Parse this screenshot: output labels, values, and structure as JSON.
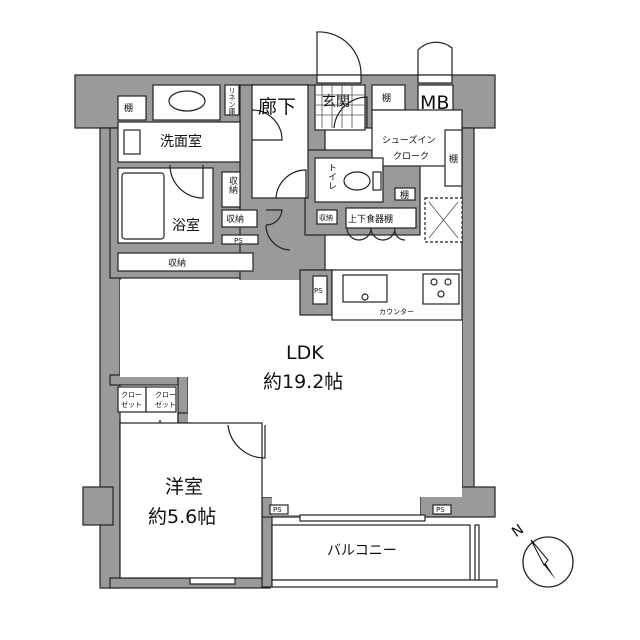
{
  "rooms": {
    "shelf_1": "棚",
    "linen": "リネン庫",
    "hallway": "廊下",
    "entrance": "玄関",
    "shelf_2": "棚",
    "mb": "MB",
    "washroom": "洗面室",
    "shoe_in_1": "シューズイン",
    "shoe_in_2": "クローク",
    "shelf_3": "棚",
    "toilet": "トイレ",
    "storage_v": "収納",
    "bath": "浴室",
    "storage_1": "収納",
    "storage_small": "収納",
    "cupboard": "上下食器棚",
    "shelf_4": "棚",
    "ps_1": "PS",
    "storage_long": "収納",
    "ps_kitchen": "PS",
    "counter": "カウンター",
    "ldk": "LDK",
    "ldk_size": "約19.2帖",
    "closet_1a": "クロー",
    "closet_1b": "ゼット",
    "closet_2a": "クロー",
    "closet_2b": "ゼット",
    "western": "洋室",
    "western_size": "約5.6帖",
    "ps_2": "PS",
    "ps_3": "PS",
    "balcony": "バルコニー"
  },
  "compass": {
    "label": "N",
    "icon": "north-arrow-icon"
  },
  "colors": {
    "wall": "#9a9a9a",
    "line": "#222222"
  }
}
